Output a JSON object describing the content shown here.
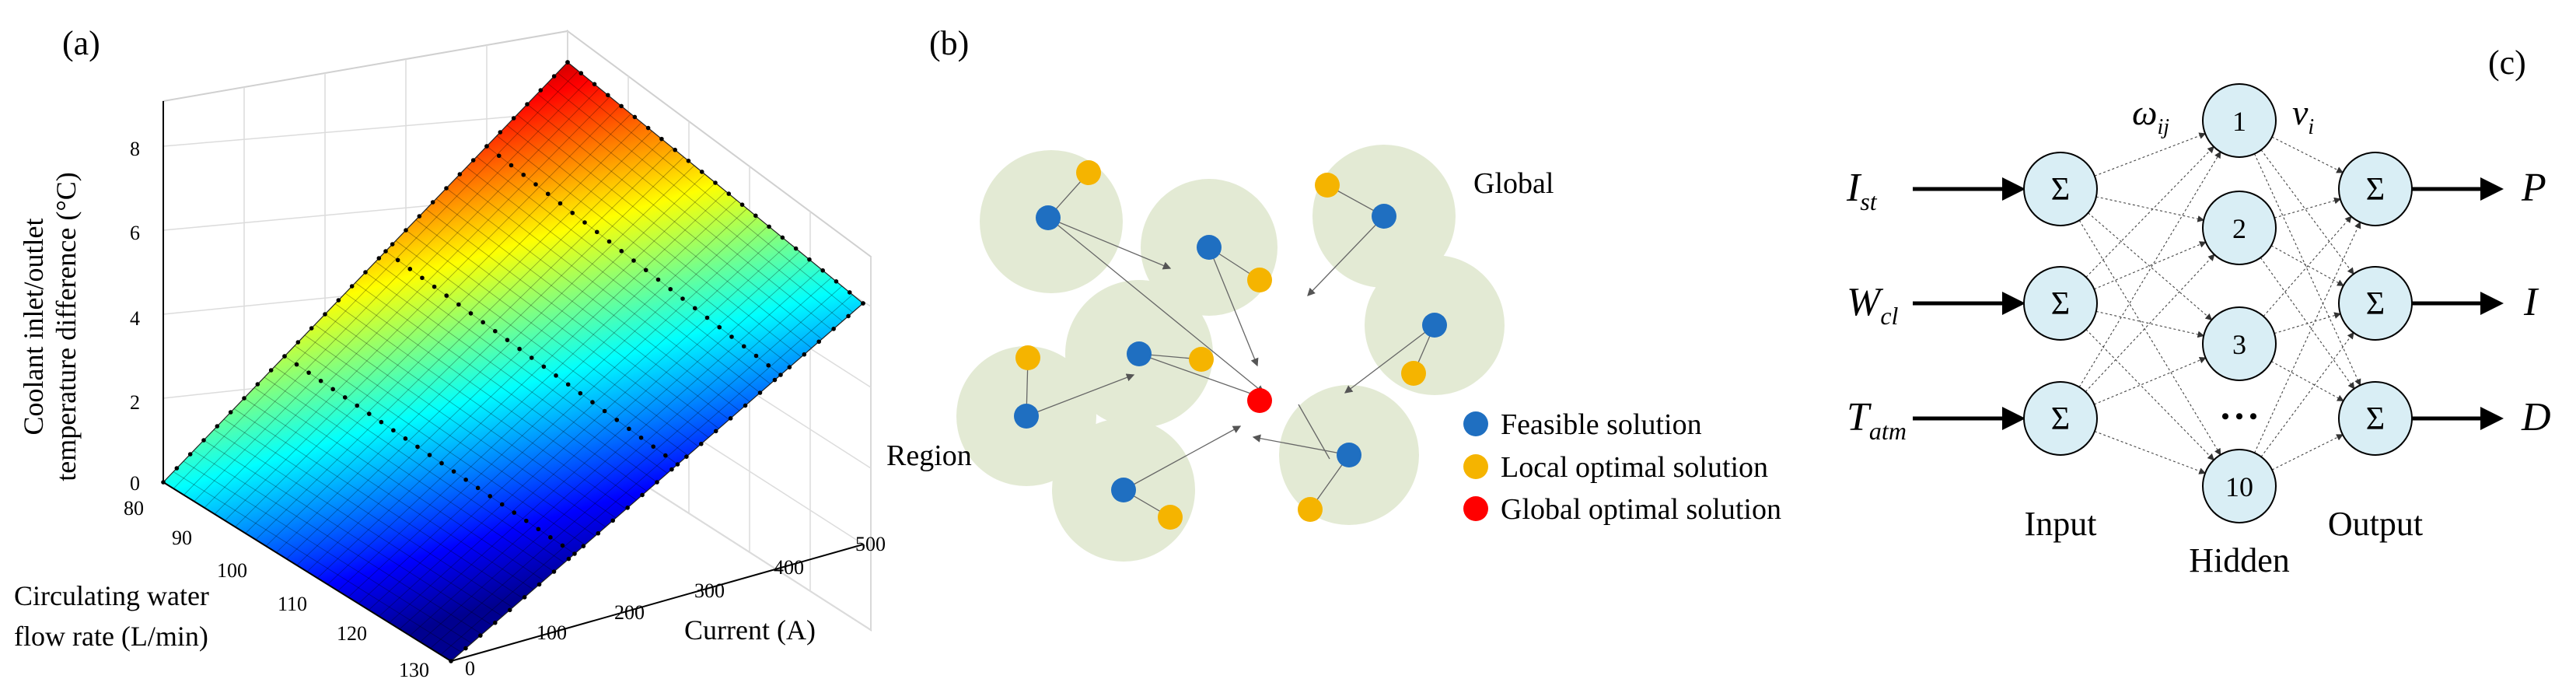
{
  "panel_a": {
    "label": "(a)",
    "zlabel_line1": "Coolant inlet/outlet",
    "zlabel_line2": "temperature difference (°C)",
    "ylabel_line1": "Circulating water",
    "ylabel_line2": "flow rate (L/min)",
    "xlabel": "Current (A)",
    "z_ticks": [
      "0",
      "2",
      "4",
      "6",
      "8"
    ],
    "flow_ticks": [
      "80",
      "90",
      "100",
      "110",
      "120",
      "130"
    ],
    "current_ticks": [
      "0",
      "100",
      "200",
      "300",
      "400",
      "500"
    ],
    "colormap": [
      "#00008f",
      "#0000ff",
      "#0080ff",
      "#00ffff",
      "#80ff80",
      "#ffff00",
      "#ff8000",
      "#ff0000",
      "#800000"
    ]
  },
  "panel_b": {
    "label": "(b)",
    "global_label": "Global",
    "region_label": "Region",
    "legend": [
      {
        "label": "Feasible solution",
        "color": "#1f6fc1"
      },
      {
        "label": "Local optimal solution",
        "color": "#f5b400"
      },
      {
        "label": "Global optimal solution",
        "color": "#ff0000"
      }
    ],
    "region_color": "#e3ead4"
  },
  "panel_c": {
    "label": "(c)",
    "inputs": [
      {
        "main": "I",
        "sub": "st"
      },
      {
        "main": "W",
        "sub": "cl"
      },
      {
        "main": "T",
        "sub": "atm"
      }
    ],
    "outputs": [
      "P",
      "I",
      "D"
    ],
    "sum_symbol": "Σ",
    "hidden_nodes": [
      "1",
      "2",
      "3",
      "10"
    ],
    "ellipsis": "• • •",
    "weight_in": {
      "main": "ω",
      "sub": "ij"
    },
    "weight_out": {
      "main": "v",
      "sub": "i"
    },
    "layer_labels": {
      "input": "Input",
      "hidden": "Hidden",
      "output": "Output"
    },
    "node_fill": "#d9eef5"
  }
}
